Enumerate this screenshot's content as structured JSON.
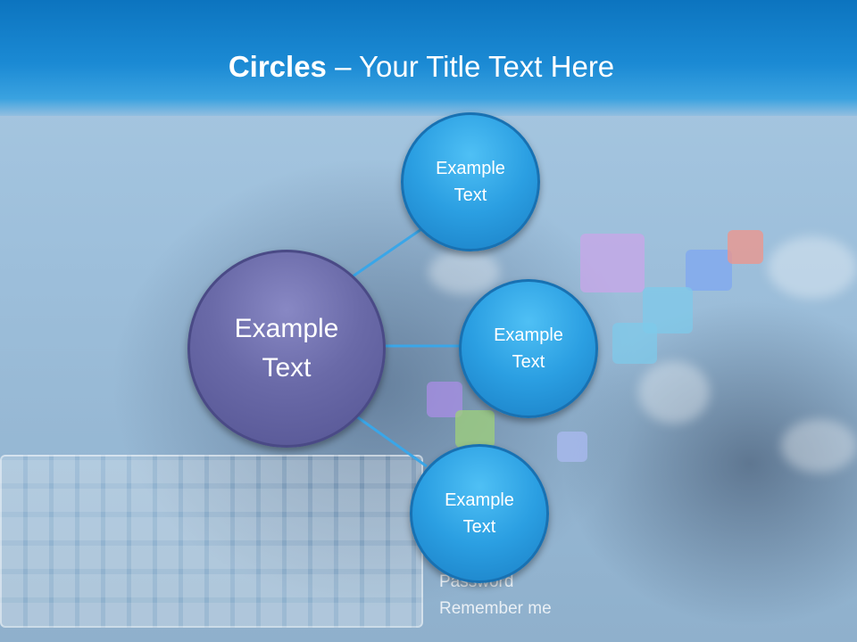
{
  "slide": {
    "title_bold": "Circles",
    "title_rest": " – Your Title Text Here"
  },
  "diagram": {
    "center": {
      "line1": "Example",
      "line2": "Text"
    },
    "satellites": [
      {
        "line1": "Example",
        "line2": "Text"
      },
      {
        "line1": "Example",
        "line2": "Text"
      },
      {
        "line1": "Example",
        "line2": "Text"
      }
    ]
  },
  "background": {
    "password_text": "Password",
    "remember_text": "Remember  me"
  },
  "colors": {
    "header": "#1b8ad4",
    "center_circle": "#6a6aa8",
    "satellite_circle": "#2b9fe2",
    "connector": "#3aa6e8"
  }
}
